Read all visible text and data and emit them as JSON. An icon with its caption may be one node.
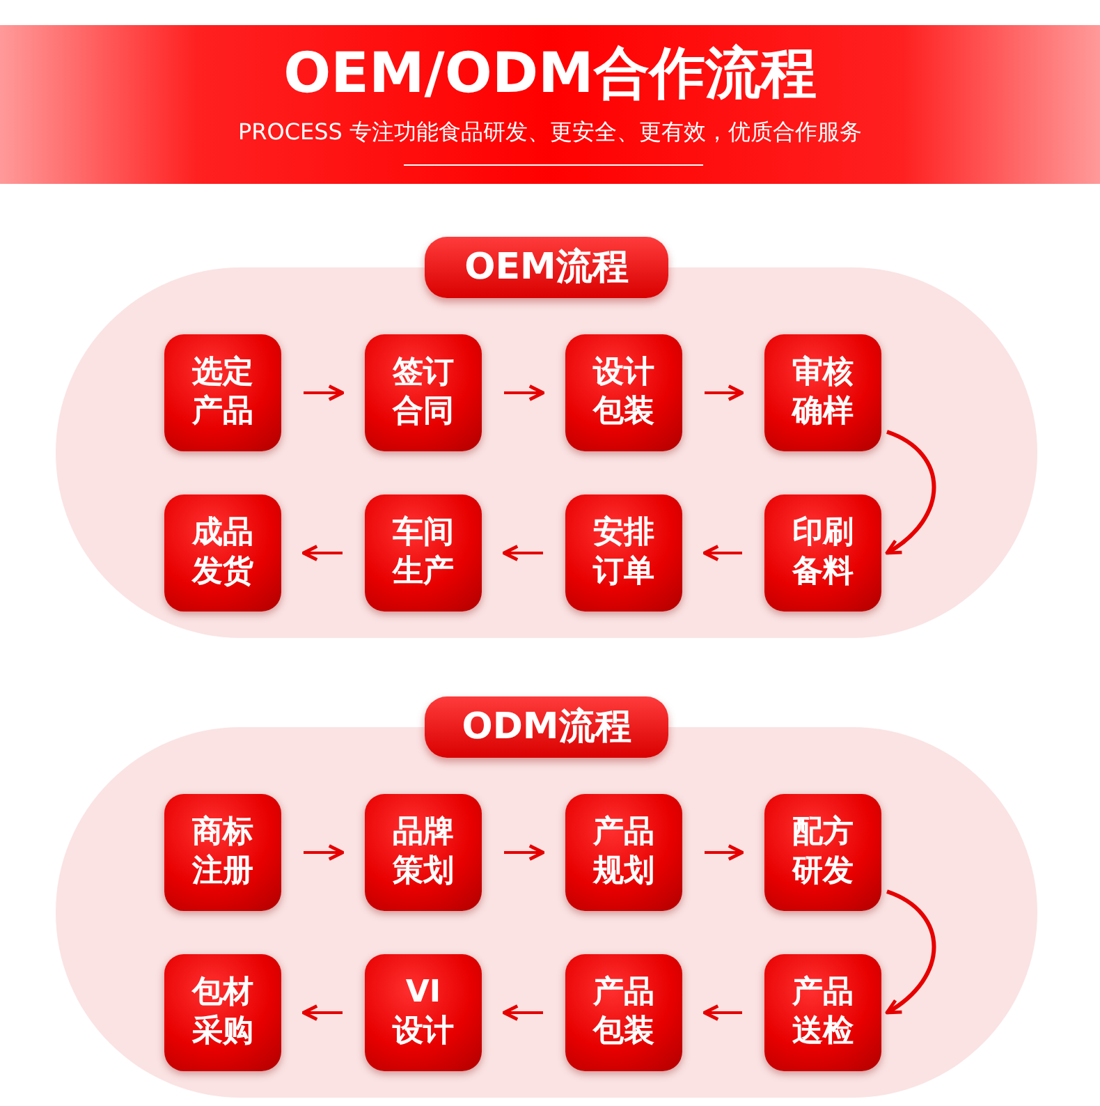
{
  "diagram": {
    "title": "OEM/ODM合作流程",
    "nodes": [
      {
        "text": [
          "OEM流程"
        ]
      },
      {
        "text": [
          "选定产品"
        ],
        "in": 0
      },
      {
        "text": [
          "签订合同"
        ],
        "in": 0
      },
      {
        "text": [
          "设计包装"
        ],
        "in": 0
      },
      {
        "text": [
          "审核确样"
        ],
        "in": 0
      },
      {
        "text": [
          "成品发货"
        ],
        "in": 0
      },
      {
        "text": [
          "车间生产"
        ],
        "in": 0
      },
      {
        "text": [
          "安排订单"
        ],
        "in": 0
      },
      {
        "text": [
          "印刷备料"
        ],
        "in": 0
      },
      {
        "text": [
          "ODM流程"
        ]
      },
      {
        "text": [
          "商标注册"
        ],
        "in": 9
      },
      {
        "text": [
          "品牌策划"
        ],
        "in": 9
      },
      {
        "text": [
          "产品规划"
        ],
        "in": 9
      },
      {
        "text": [
          "配方研发"
        ],
        "in": 9
      },
      {
        "text": [
          "包材采购"
        ],
        "in": 9
      },
      {
        "text": [
          "VI设计"
        ],
        "in": 9
      },
      {
        "text": [
          "产品包装"
        ],
        "in": 9
      },
      {
        "text": [
          "产品送检"
        ],
        "in": 9
      }
    ],
    "edges": [
      {
        "from": 1,
        "to": 2,
        "arrow": "to"
      },
      {
        "from": 2,
        "to": 3,
        "arrow": "to"
      },
      {
        "from": 3,
        "to": 4,
        "arrow": "to"
      },
      {
        "from": 4,
        "to": 8,
        "arrow": "to"
      },
      {
        "from": 8,
        "to": 7,
        "arrow": "to"
      },
      {
        "from": 7,
        "to": 6,
        "arrow": "to"
      },
      {
        "from": 6,
        "to": 5,
        "arrow": "to"
      },
      {
        "from": 10,
        "to": 11,
        "arrow": "to"
      },
      {
        "from": 11,
        "to": 12,
        "arrow": "to"
      },
      {
        "from": 12,
        "to": 13,
        "arrow": "to"
      },
      {
        "from": 13,
        "to": 17,
        "arrow": "to"
      },
      {
        "from": 17,
        "to": 16,
        "arrow": "to"
      },
      {
        "from": 16,
        "to": 15,
        "arrow": "to"
      },
      {
        "from": 15,
        "to": 14,
        "arrow": "to"
      }
    ],
    "labels": [
      "PROCESS 专注功能食品研发、更安全、更有效，优质合作服务"
    ]
  }
}
